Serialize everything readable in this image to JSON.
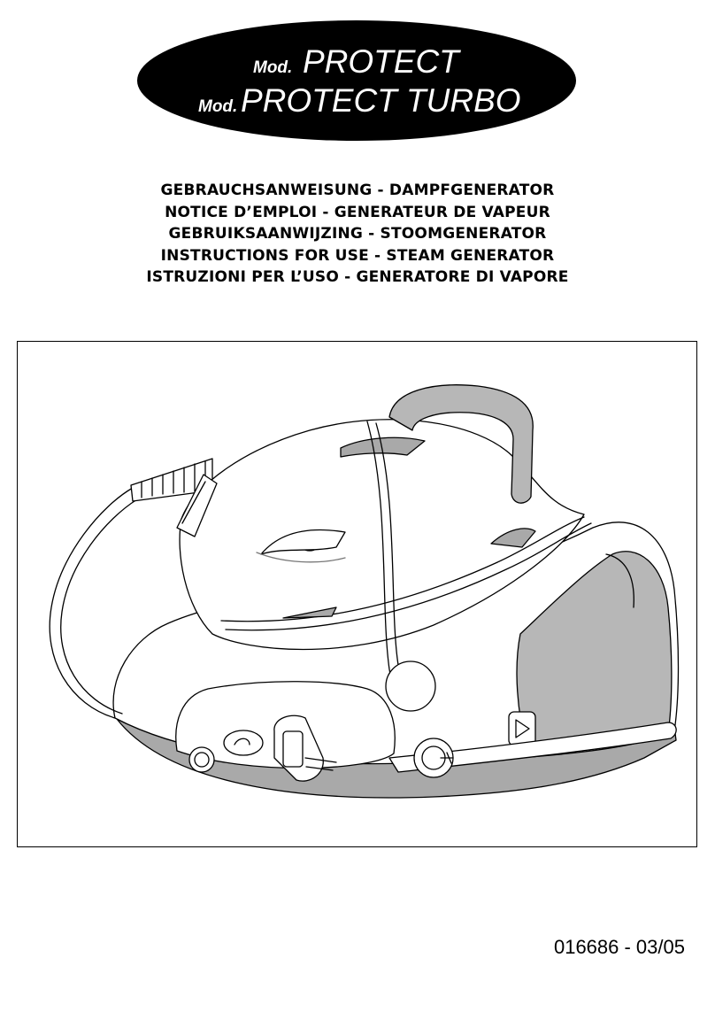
{
  "header": {
    "model_lines": [
      {
        "prefix": "Mod.",
        "name": "PROTECT"
      },
      {
        "prefix": "Mod.",
        "name": "PROTECT TURBO"
      }
    ]
  },
  "subtitles": [
    "GEBRAUCHSANWEISUNG - DAMPFGENERATOR",
    "NOTICE D’EMPLOI - GENERATEUR DE VAPEUR",
    "GEBRUIKSAANWIJZING -  STOOMGENERATOR",
    "INSTRUCTIONS FOR USE - STEAM GENERATOR",
    "ISTRUZIONI PER L’USO - GENERATORE DI VAPORE"
  ],
  "illustration": {
    "subject": "steam-generator-iron-icon"
  },
  "footer": {
    "doc_code": "016686 - 03/05"
  },
  "colors": {
    "badge_fill": "#000000",
    "badge_text": "#ffffff",
    "line_art": "#000000",
    "panel_grey": "#b7b7b7",
    "base_grey": "#a9a9a9"
  }
}
